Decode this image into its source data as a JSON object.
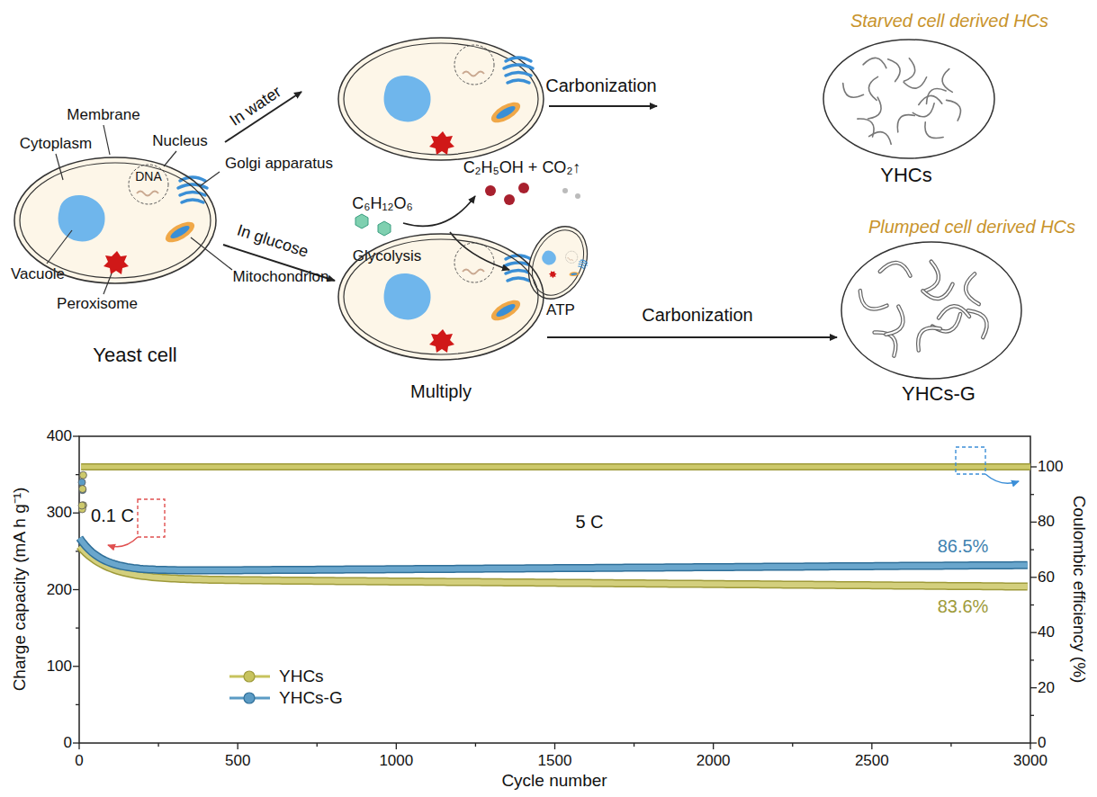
{
  "diagram": {
    "nodes": [
      {
        "text": [
          "Yeast cell"
        ]
      },
      {
        "text": [
          "Multiply"
        ]
      },
      {
        "text": [
          "Starved cell derived HCs",
          "YHCs"
        ]
      },
      {
        "text": [
          "Plumped cell derived HCs",
          "YHCs-G"
        ]
      }
    ],
    "edges": [
      {
        "from": 0,
        "to": 1,
        "arrow": "to",
        "label": "In glucose"
      },
      {
        "from": 1,
        "to": 3,
        "arrow": "to",
        "label": "Carbonization"
      }
    ],
    "labels": [
      "Membrane",
      "Nucleus",
      "Cytoplasm",
      "Golgi apparatus",
      "DNA",
      "Vacuole",
      "Peroxisome",
      "Mitochondrion",
      "In water",
      "Carbonization",
      "C₆H₁₂O₆",
      "C₂H₅OH + CO₂↑",
      "Glycolysis",
      "ATP",
      "0.1 C",
      "5 C",
      "86.5%",
      "83.6%",
      "Charge capacity (mA h g⁻¹)",
      "Coulombic efficiency (%)",
      "Cycle number",
      "0",
      "100",
      "200",
      "300",
      "400",
      "0",
      "20",
      "40",
      "60",
      "80",
      "100",
      "0",
      "500",
      "1000",
      "1500",
      "2000",
      "2500",
      "3000"
    ],
    "legend": [
      {
        "text": "YHCs"
      },
      {
        "text": "YHCs-G"
      }
    ]
  }
}
